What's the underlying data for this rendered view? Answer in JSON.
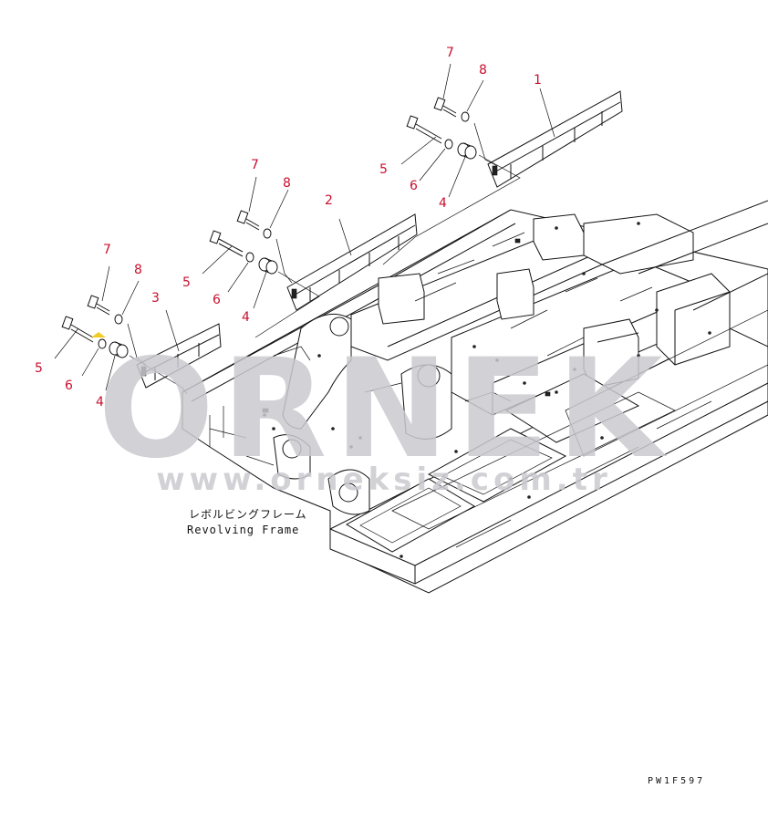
{
  "diagram": {
    "caption_jp": "レボルビングフレーム",
    "caption_en": "Revolving Frame",
    "drawing_code": "PW1F597",
    "callouts": {
      "c1": "1",
      "c2": "2",
      "c3": "3",
      "c4a": "4",
      "c4b": "4",
      "c4c": "4",
      "c5a": "5",
      "c5b": "5",
      "c5c": "5",
      "c6a": "6",
      "c6b": "6",
      "c6c": "6",
      "c7a": "7",
      "c7b": "7",
      "c7c": "7",
      "c8a": "8",
      "c8b": "8",
      "c8c": "8"
    },
    "colors": {
      "callout": "#c8102e",
      "line": "#111111",
      "watermark": "#c9c9cf"
    }
  },
  "watermark": {
    "brand": "ORNEK",
    "url": "www.orneksiz.com.tr"
  }
}
